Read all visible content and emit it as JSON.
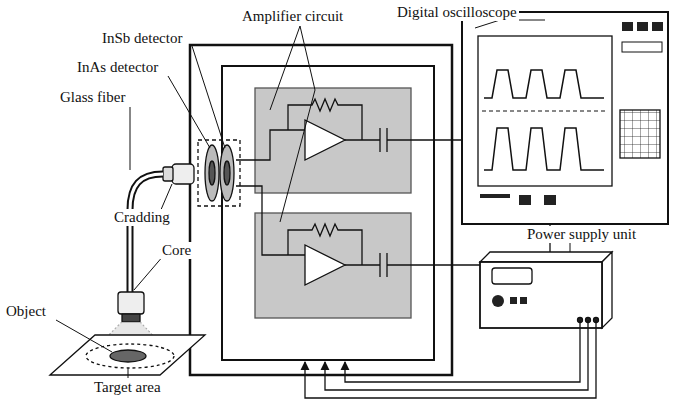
{
  "diagram": {
    "labels": [
      "Digital oscilloscope",
      "Amplifier circuit",
      "InSb detector",
      "InAs detector",
      "Glass fiber",
      "Cradding",
      "Core",
      "Object",
      "Target area",
      "Power supply unit"
    ]
  }
}
